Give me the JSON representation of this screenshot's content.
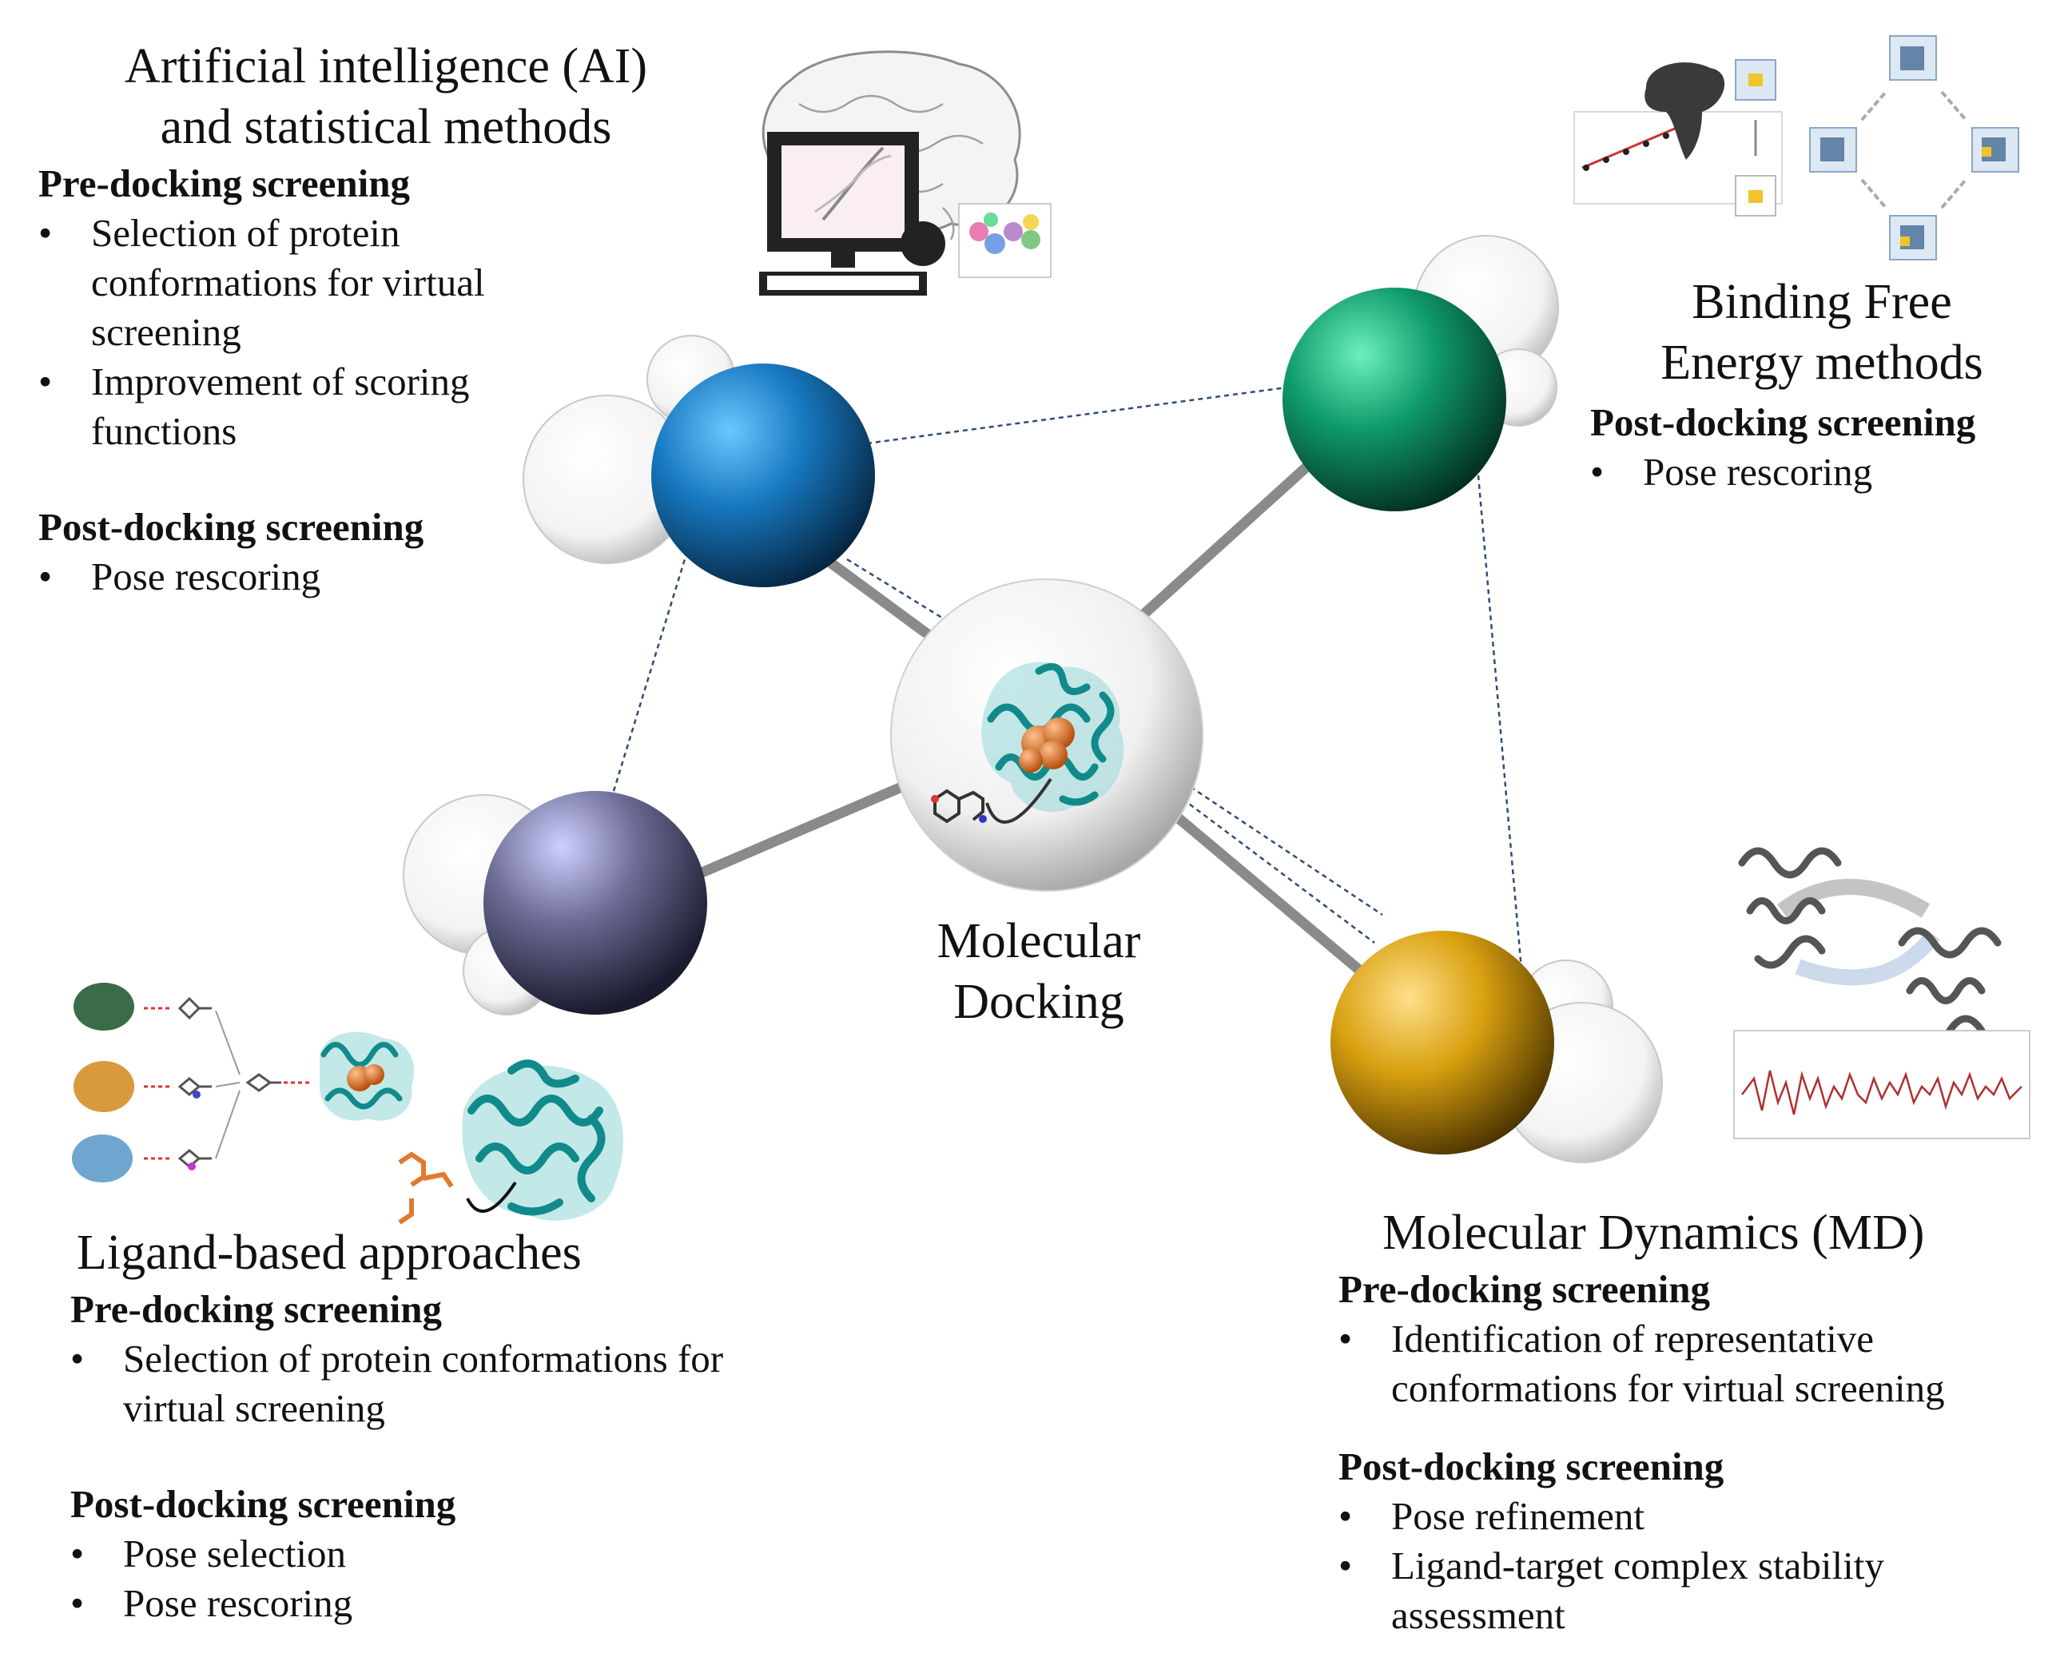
{
  "ai_panel": {
    "title_line1": "Artificial intelligence (AI)",
    "title_line2": "and statistical methods",
    "pre": {
      "heading": "Pre-docking screening",
      "items": [
        "Selection of protein conformations for virtual screening",
        "Improvement of scoring functions"
      ]
    },
    "post": {
      "heading": "Post-docking screening",
      "items": [
        "Pose rescoring"
      ]
    }
  },
  "bfe_panel": {
    "title_line1": "Binding Free",
    "title_line2": "Energy methods",
    "post": {
      "heading": "Post-docking screening",
      "items": [
        "Pose rescoring"
      ]
    }
  },
  "ligand_panel": {
    "title": "Ligand-based approaches",
    "pre": {
      "heading": "Pre-docking screening",
      "items": [
        "Selection of protein conformations for virtual screening"
      ]
    },
    "post": {
      "heading": "Post-docking screening",
      "items": [
        "Pose selection",
        "Pose rescoring"
      ]
    }
  },
  "md_panel": {
    "title": "Molecular Dynamics (MD)",
    "pre": {
      "heading": "Pre-docking screening",
      "items": [
        "Identification of representative conformations for virtual screening"
      ]
    },
    "post": {
      "heading": "Post-docking screening",
      "items": [
        "Pose refinement",
        "Ligand-target complex stability assessment"
      ]
    }
  },
  "center": {
    "line1": "Molecular",
    "line2": "Docking"
  },
  "colors": {
    "ai_sphere": "#1778c0",
    "bfe_sphere": "#0f9a6a",
    "ligand_sphere": "#6c6c96",
    "md_sphere": "#d9a010",
    "center_sphere": "#f2f2f2",
    "protein": "#108a8a",
    "ligand_ball": "#e07a2e"
  },
  "icons": [
    "brain-computer-icon",
    "free-energy-cycle-icon",
    "md-trajectory-icon",
    "ligand-similarity-icon",
    "docking-protein-icon"
  ]
}
